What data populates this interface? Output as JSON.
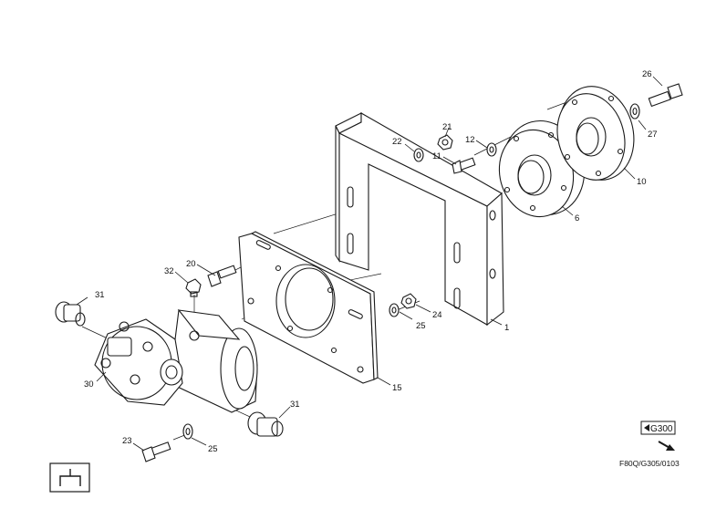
{
  "diagram": {
    "type": "exploded-parts-view",
    "callouts": [
      "26",
      "27",
      "10",
      "6",
      "21",
      "22",
      "11",
      "12",
      "1",
      "20",
      "32",
      "15",
      "24",
      "25",
      "31",
      "30",
      "31",
      "23",
      "25"
    ],
    "section_tag": "G300",
    "drawing_code": "F80Q/G305/0103"
  }
}
